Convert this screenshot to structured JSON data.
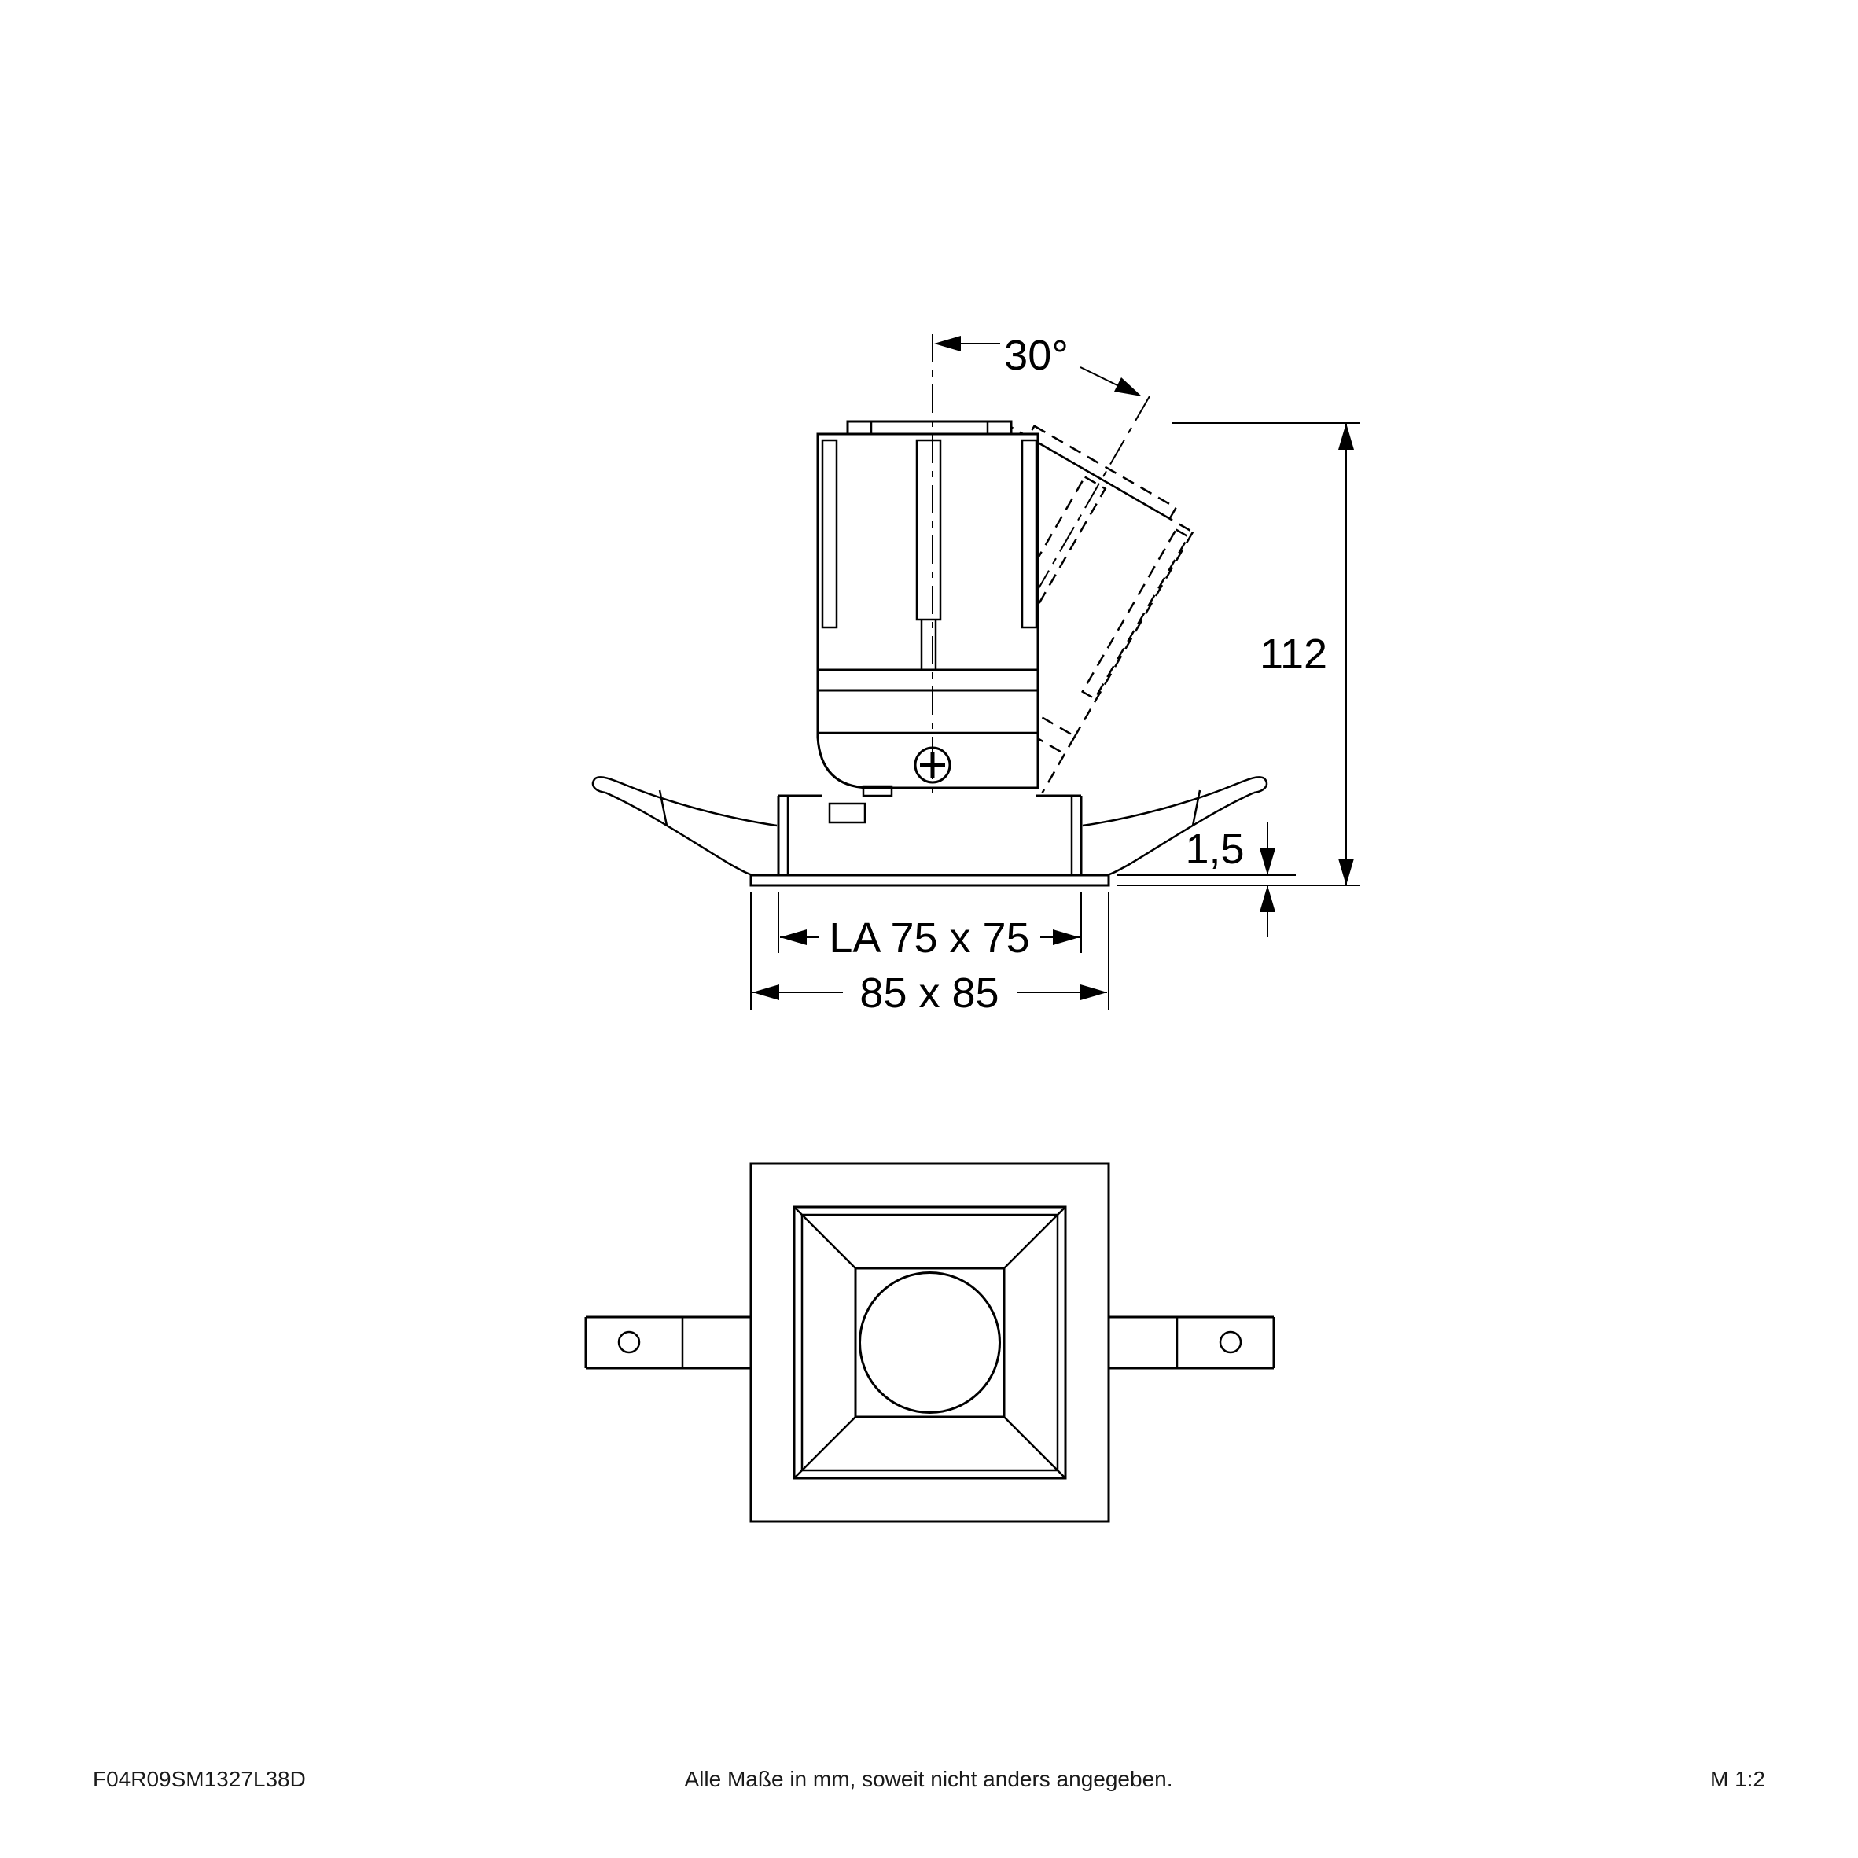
{
  "dimensions": {
    "tilt_angle": "30°",
    "height": "112",
    "flange_thickness": "1,5",
    "cutout": "LA 75 x 75",
    "overall": "85 x 85"
  },
  "footer": {
    "article_code": "F04R09SM1327L38D",
    "note": "Alle Maße in mm, soweit nicht anders angegeben.",
    "scale": "M 1:2"
  },
  "colors": {
    "line": "#000000",
    "background": "#ffffff"
  }
}
